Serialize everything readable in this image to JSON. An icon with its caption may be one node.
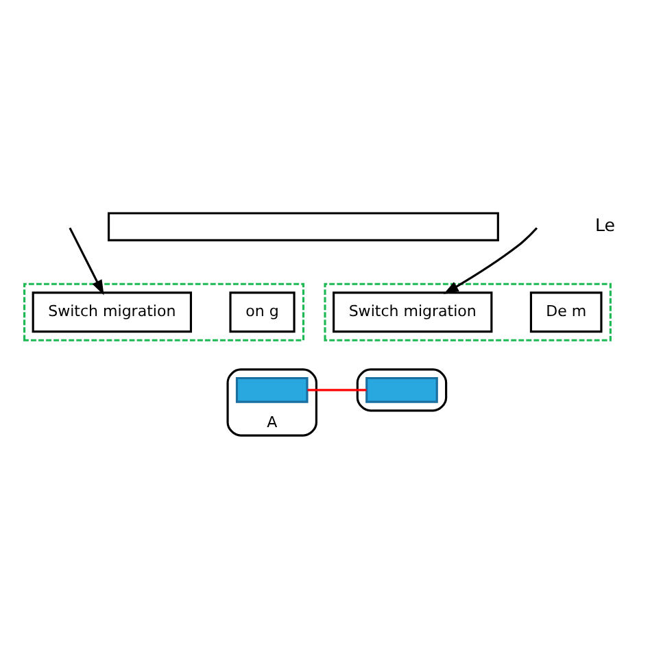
{
  "diagram": {
    "nodes": [
      {
        "text": [],
        "shape": "bar"
      },
      {
        "text": [],
        "shape": "box"
      },
      {
        "text": [
          "on g"
        ],
        "in": 1
      },
      {
        "text": [
          "Switch migration"
        ],
        "in": 1
      },
      {
        "text": [],
        "shape": "box"
      },
      {
        "text": [
          "Switch migration"
        ],
        "in": 4
      },
      {
        "text": [
          "De m"
        ],
        "in": 4
      },
      {
        "text": [
          "A"
        ]
      },
      {
        "text": [],
        "shape": "box",
        "in": 7
      },
      {
        "text": [],
        "shape": "ellipse"
      },
      {
        "text": [],
        "shape": "box",
        "in": 9
      }
    ],
    "edges": [
      {
        "from": null,
        "to": 3,
        "arrow": "to"
      },
      {
        "from": null,
        "to": 5,
        "arrow": "to"
      },
      {
        "from": 8,
        "to": 10,
        "arrow": "none",
        "color": "#ff0000"
      }
    ],
    "labels": [
      "Le"
    ]
  }
}
